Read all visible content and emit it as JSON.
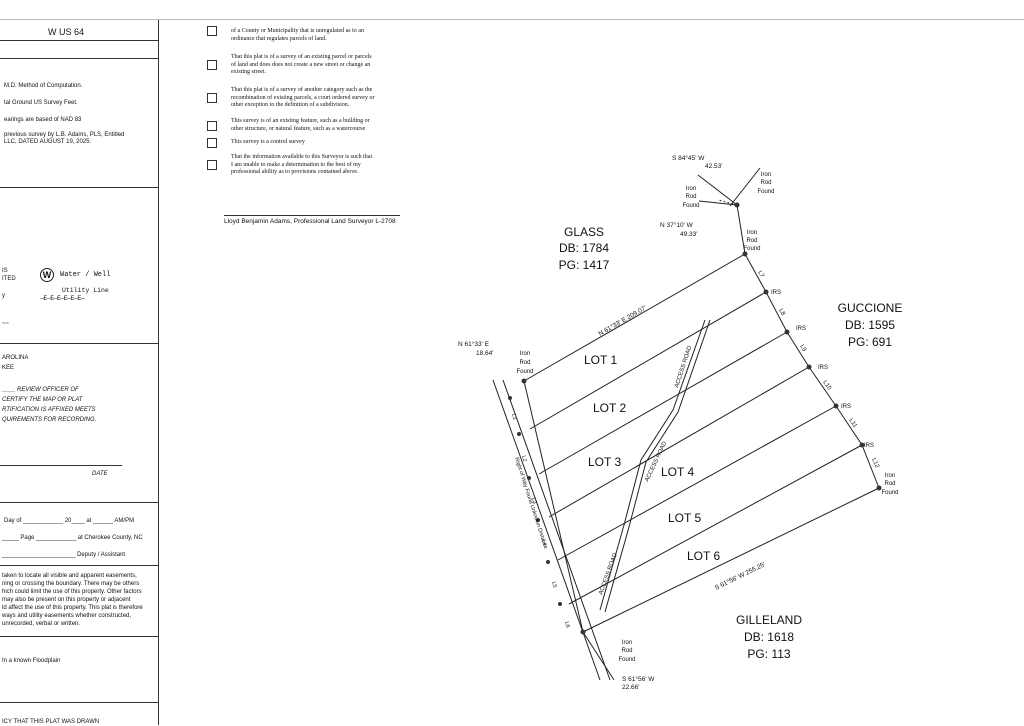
{
  "left_panel": {
    "road": "W US 64",
    "notes": [
      "M.D. Method of Computation.",
      "tal Ground US Survey Feet.",
      "earings are based of NAD 83",
      "previous survey by L.B. Adams, PLS, Entitled",
      "LLC, DATED AUGUST 19, 2025."
    ],
    "legend": {
      "l1": "IS",
      "l2": "ITED",
      "water": "Water / Well",
      "water_symbol": "W",
      "utility_label": "Utility Line",
      "utility_line": "—E—E—E—E—E—E—",
      "y": "y",
      "tilde": "~~"
    },
    "state": [
      "AROLINA",
      "KEE"
    ],
    "review": [
      "____ REVIEW OFFICER OF",
      "CERTIFY THE MAP OR PLAT",
      "RTIFICATION IS AFFIXED MEETS",
      "QUIREMENTS FOR RECORDING."
    ],
    "date_label": "DATE",
    "recording": {
      "day": "Day of ____________ 20____ at ______ AM/PM",
      "page": "_____ Page ____________ at Cherokee County, NC",
      "deputy": "______________________ Deputy / Assistant"
    },
    "disclaimer": [
      "taken to locate all visible and apparent easements,",
      "ning or crossing the boundary. There may be others",
      "hich could limit the use of this property. Other factors",
      "may also be present on this property or adjacent",
      "ld affect the use of this property. This plat is therefore",
      "ways and utility easements whether constructed,",
      "unrecorded, verbal or written."
    ],
    "floodplain": "In a known Floodplain",
    "bottom": "ICY THAT THIS PLAT WAS DRAWN"
  },
  "certifications": [
    [
      "of a County or Municipality that is unregulated as to an",
      "ordinance that regulates parcels of land."
    ],
    [
      "That this plat is of a survey of an existing parcel or parcels",
      "of land and does does not create a new street or change an",
      "existing street."
    ],
    [
      "That this plat is of a survey of another category such as the",
      "recombination of existing parcels, a court ordered survey or",
      "other exception to the definition of a subdivision."
    ],
    [
      "This survey is of an existing feature, such as a building or",
      "other structure, or natural feature, such as a watercourse"
    ],
    [
      "This survey is a control survey"
    ],
    [
      "That the information available to this Surveyor is such that",
      "I am unable to make a determination to the best of my",
      "professional ability as to provisions contained above."
    ]
  ],
  "surveyor": "Lloyd Benjamin Adams, Professional Land Surveyor L-2708",
  "plat": {
    "glass": [
      "GLASS",
      "DB: 1784",
      "PG: 1417"
    ],
    "guccione": [
      "GUCCIONE",
      "DB: 1595",
      "PG: 691"
    ],
    "gilleland": [
      "GILLELAND",
      "DB: 1618",
      "PG: 113"
    ],
    "lots": [
      "LOT 1",
      "LOT 2",
      "LOT 3",
      "LOT 4",
      "LOT 5",
      "LOT 6"
    ],
    "bearings": {
      "b1": [
        "S  84°45'  W",
        "42.53'"
      ],
      "b2": [
        "N  37°10'  W",
        "49.33'"
      ],
      "b3": "N 61°33' E   209.07'",
      "b4": [
        "N 61°33' E",
        "18.64'"
      ],
      "b5": "S 61°56' W   255.25'",
      "b6": [
        "S  61°56'  W",
        "22.66'"
      ]
    },
    "iron_rod_found": [
      "Iron",
      "Rod",
      "Found"
    ],
    "irs": "IRS",
    "line_labels": [
      "L7",
      "L8",
      "L9",
      "L10",
      "L11",
      "L12"
    ],
    "left_line_labels": [
      "L1",
      "L2",
      "L3",
      "L4",
      "L5",
      "L6"
    ],
    "access_road": "ACCESS ROAD",
    "row_text": "Right of Way Found Unknown Distance"
  }
}
